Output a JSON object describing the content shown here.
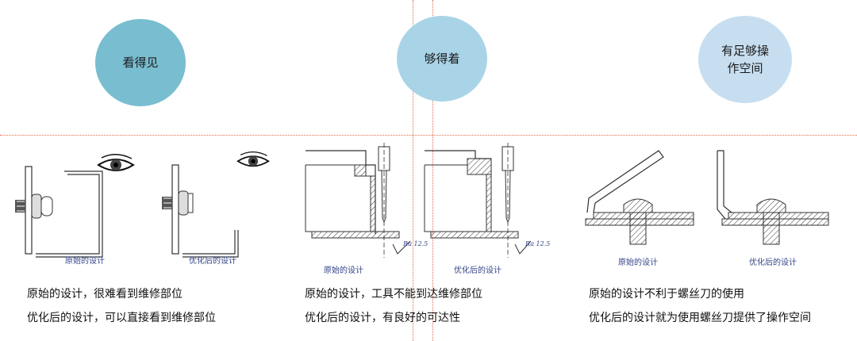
{
  "circles": {
    "visible": "看得见",
    "reachable": "够得着",
    "space": "有足够操\n作空间"
  },
  "captions": {
    "p1_original": "原始的设计",
    "p1_optimized": "优化后的设计",
    "p2_original": "原始的设计",
    "p2_optimized": "优化后的设计",
    "p3_original": "原始的设计",
    "p3_optimized": "优化后的设计"
  },
  "roughness_label": "Ra 12.5",
  "descriptions": {
    "p1_line1": "原始的设计，很难看到维修部位",
    "p1_line2": "优化后的设计，可以直接看到维修部位",
    "p2_line1": "原始的设计，工具不能到达维修部位",
    "p2_line2": "优化后的设计，有良好的可达性",
    "p3_line1": "原始的设计不利于螺丝刀的使用",
    "p3_line2": "优化后的设计就为使用螺丝刀提供了操作空间"
  },
  "colors": {
    "circle_visible": "#79bdd0",
    "circle_reachable": "#a9d4e8",
    "circle_space": "#c7def0",
    "guide": "#e06a4a",
    "caption": "#334488"
  }
}
